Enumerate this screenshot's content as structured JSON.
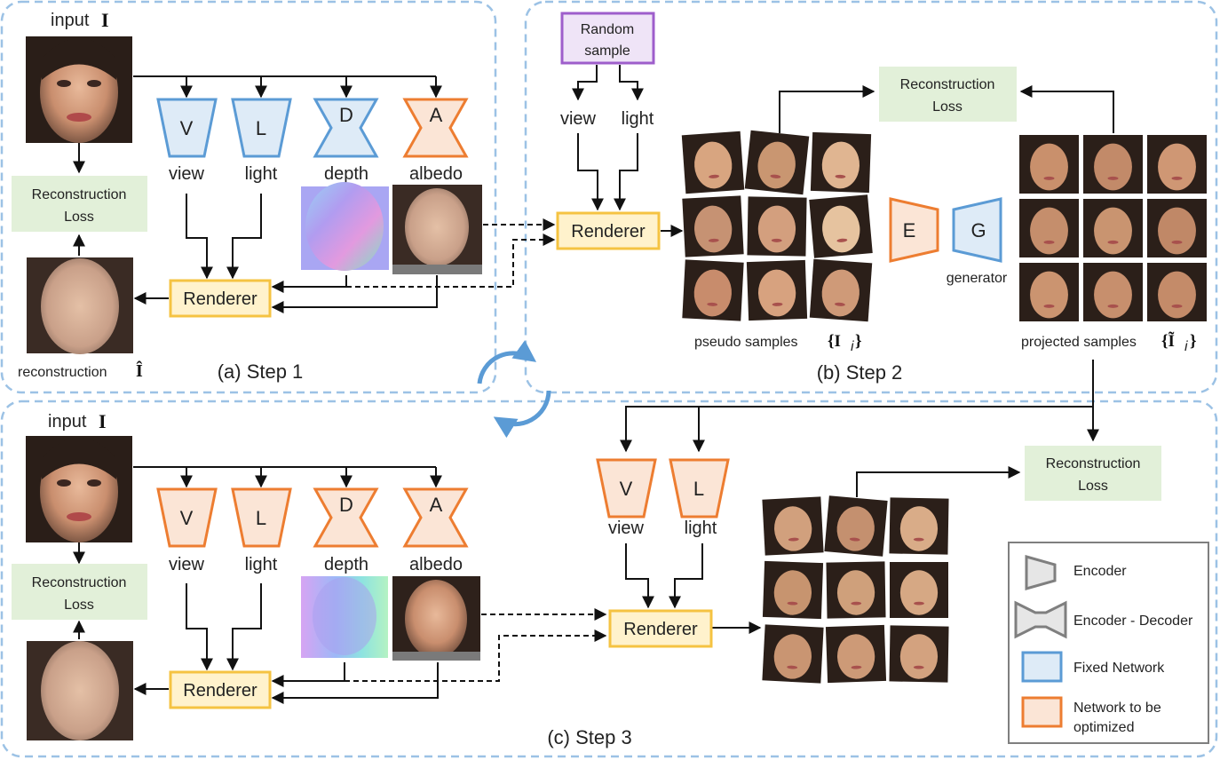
{
  "colors": {
    "panel_border": "#9cc2e5",
    "fixed_stroke": "#5b9bd5",
    "fixed_fill": "#deebf7",
    "opt_stroke": "#ed7d31",
    "opt_fill": "#fbe5d6",
    "loss_fill": "#e2f0d9",
    "renderer_stroke": "#f5c342",
    "renderer_fill": "#fff2cc",
    "random_stroke": "#9e5ecb",
    "random_fill": "#efe4f7",
    "legend_stroke": "#7f7f7f"
  },
  "step1": {
    "title": "(a) Step 1",
    "input_label": "input",
    "input_symbol": "I",
    "recon_label": "reconstruction",
    "recon_symbol": "Î",
    "loss_line1": "Reconstruction",
    "loss_line2": "Loss",
    "renderer": "Renderer",
    "nets": [
      {
        "letter": "V",
        "caption": "view"
      },
      {
        "letter": "L",
        "caption": "light"
      },
      {
        "letter": "D",
        "caption": "depth"
      },
      {
        "letter": "A",
        "caption": "albedo"
      }
    ]
  },
  "step2": {
    "title": "(b) Step 2",
    "random_line1": "Random",
    "random_line2": "sample",
    "view": "view",
    "light": "light",
    "renderer": "Renderer",
    "loss_line1": "Reconstruction",
    "loss_line2": "Loss",
    "encoder_letter": "E",
    "generator_letter": "G",
    "generator_label": "generator",
    "pseudo_label": "pseudo samples",
    "pseudo_symbol": "{I",
    "pseudo_sub": "i",
    "projected_label": "projected samples",
    "projected_symbol": "{Ĩ",
    "projected_sub": "i"
  },
  "step3": {
    "title": "(c) Step 3",
    "input_label": "input",
    "input_symbol": "I",
    "loss_line1": "Reconstruction",
    "loss_line2": "Loss",
    "renderer": "Renderer",
    "nets": [
      {
        "letter": "V",
        "caption": "view"
      },
      {
        "letter": "L",
        "caption": "light"
      },
      {
        "letter": "D",
        "caption": "depth"
      },
      {
        "letter": "A",
        "caption": "albedo"
      }
    ],
    "view": "view",
    "light": "light",
    "net_v": "V",
    "net_l": "L",
    "renderer2": "Renderer",
    "loss2_line1": "Reconstruction",
    "loss2_line2": "Loss"
  },
  "legend": {
    "encoder": "Encoder",
    "encoder_decoder": "Encoder - Decoder",
    "fixed": "Fixed Network",
    "optimized_line1": "Network to be",
    "optimized_line2": "optimized"
  }
}
